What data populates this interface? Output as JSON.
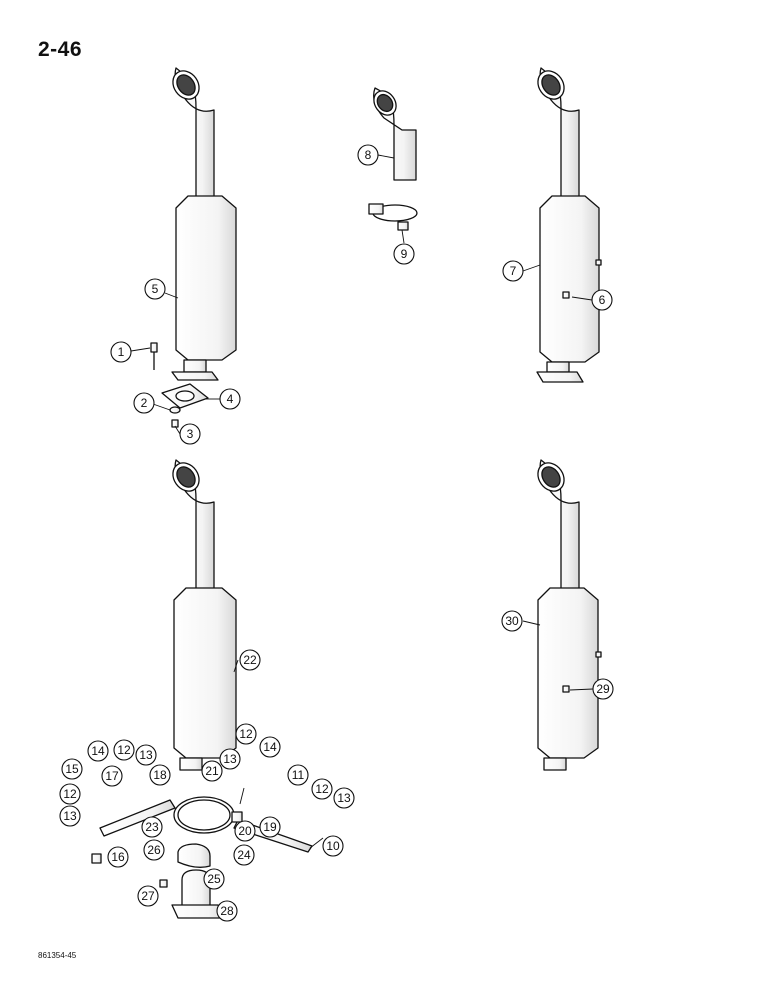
{
  "page_number": "2-46",
  "drawing_code": "861354-45",
  "callouts": [
    {
      "id": "c1",
      "label": "1"
    },
    {
      "id": "c2",
      "label": "2"
    },
    {
      "id": "c3",
      "label": "3"
    },
    {
      "id": "c4",
      "label": "4"
    },
    {
      "id": "c5",
      "label": "5"
    },
    {
      "id": "c6",
      "label": "6"
    },
    {
      "id": "c7",
      "label": "7"
    },
    {
      "id": "c8",
      "label": "8"
    },
    {
      "id": "c9",
      "label": "9"
    },
    {
      "id": "c10",
      "label": "10"
    },
    {
      "id": "c11",
      "label": "11"
    },
    {
      "id": "c12a",
      "label": "12"
    },
    {
      "id": "c12b",
      "label": "12"
    },
    {
      "id": "c12c",
      "label": "12"
    },
    {
      "id": "c12d",
      "label": "12"
    },
    {
      "id": "c13a",
      "label": "13"
    },
    {
      "id": "c13b",
      "label": "13"
    },
    {
      "id": "c13c",
      "label": "13"
    },
    {
      "id": "c13d",
      "label": "13"
    },
    {
      "id": "c14a",
      "label": "14"
    },
    {
      "id": "c14b",
      "label": "14"
    },
    {
      "id": "c15",
      "label": "15"
    },
    {
      "id": "c16",
      "label": "16"
    },
    {
      "id": "c17",
      "label": "17"
    },
    {
      "id": "c18",
      "label": "18"
    },
    {
      "id": "c19",
      "label": "19"
    },
    {
      "id": "c20",
      "label": "20"
    },
    {
      "id": "c21",
      "label": "21"
    },
    {
      "id": "c22",
      "label": "22"
    },
    {
      "id": "c23",
      "label": "23"
    },
    {
      "id": "c24",
      "label": "24"
    },
    {
      "id": "c25",
      "label": "25"
    },
    {
      "id": "c26",
      "label": "26"
    },
    {
      "id": "c27",
      "label": "27"
    },
    {
      "id": "c28",
      "label": "28"
    },
    {
      "id": "c29",
      "label": "29"
    },
    {
      "id": "c30",
      "label": "30"
    }
  ]
}
